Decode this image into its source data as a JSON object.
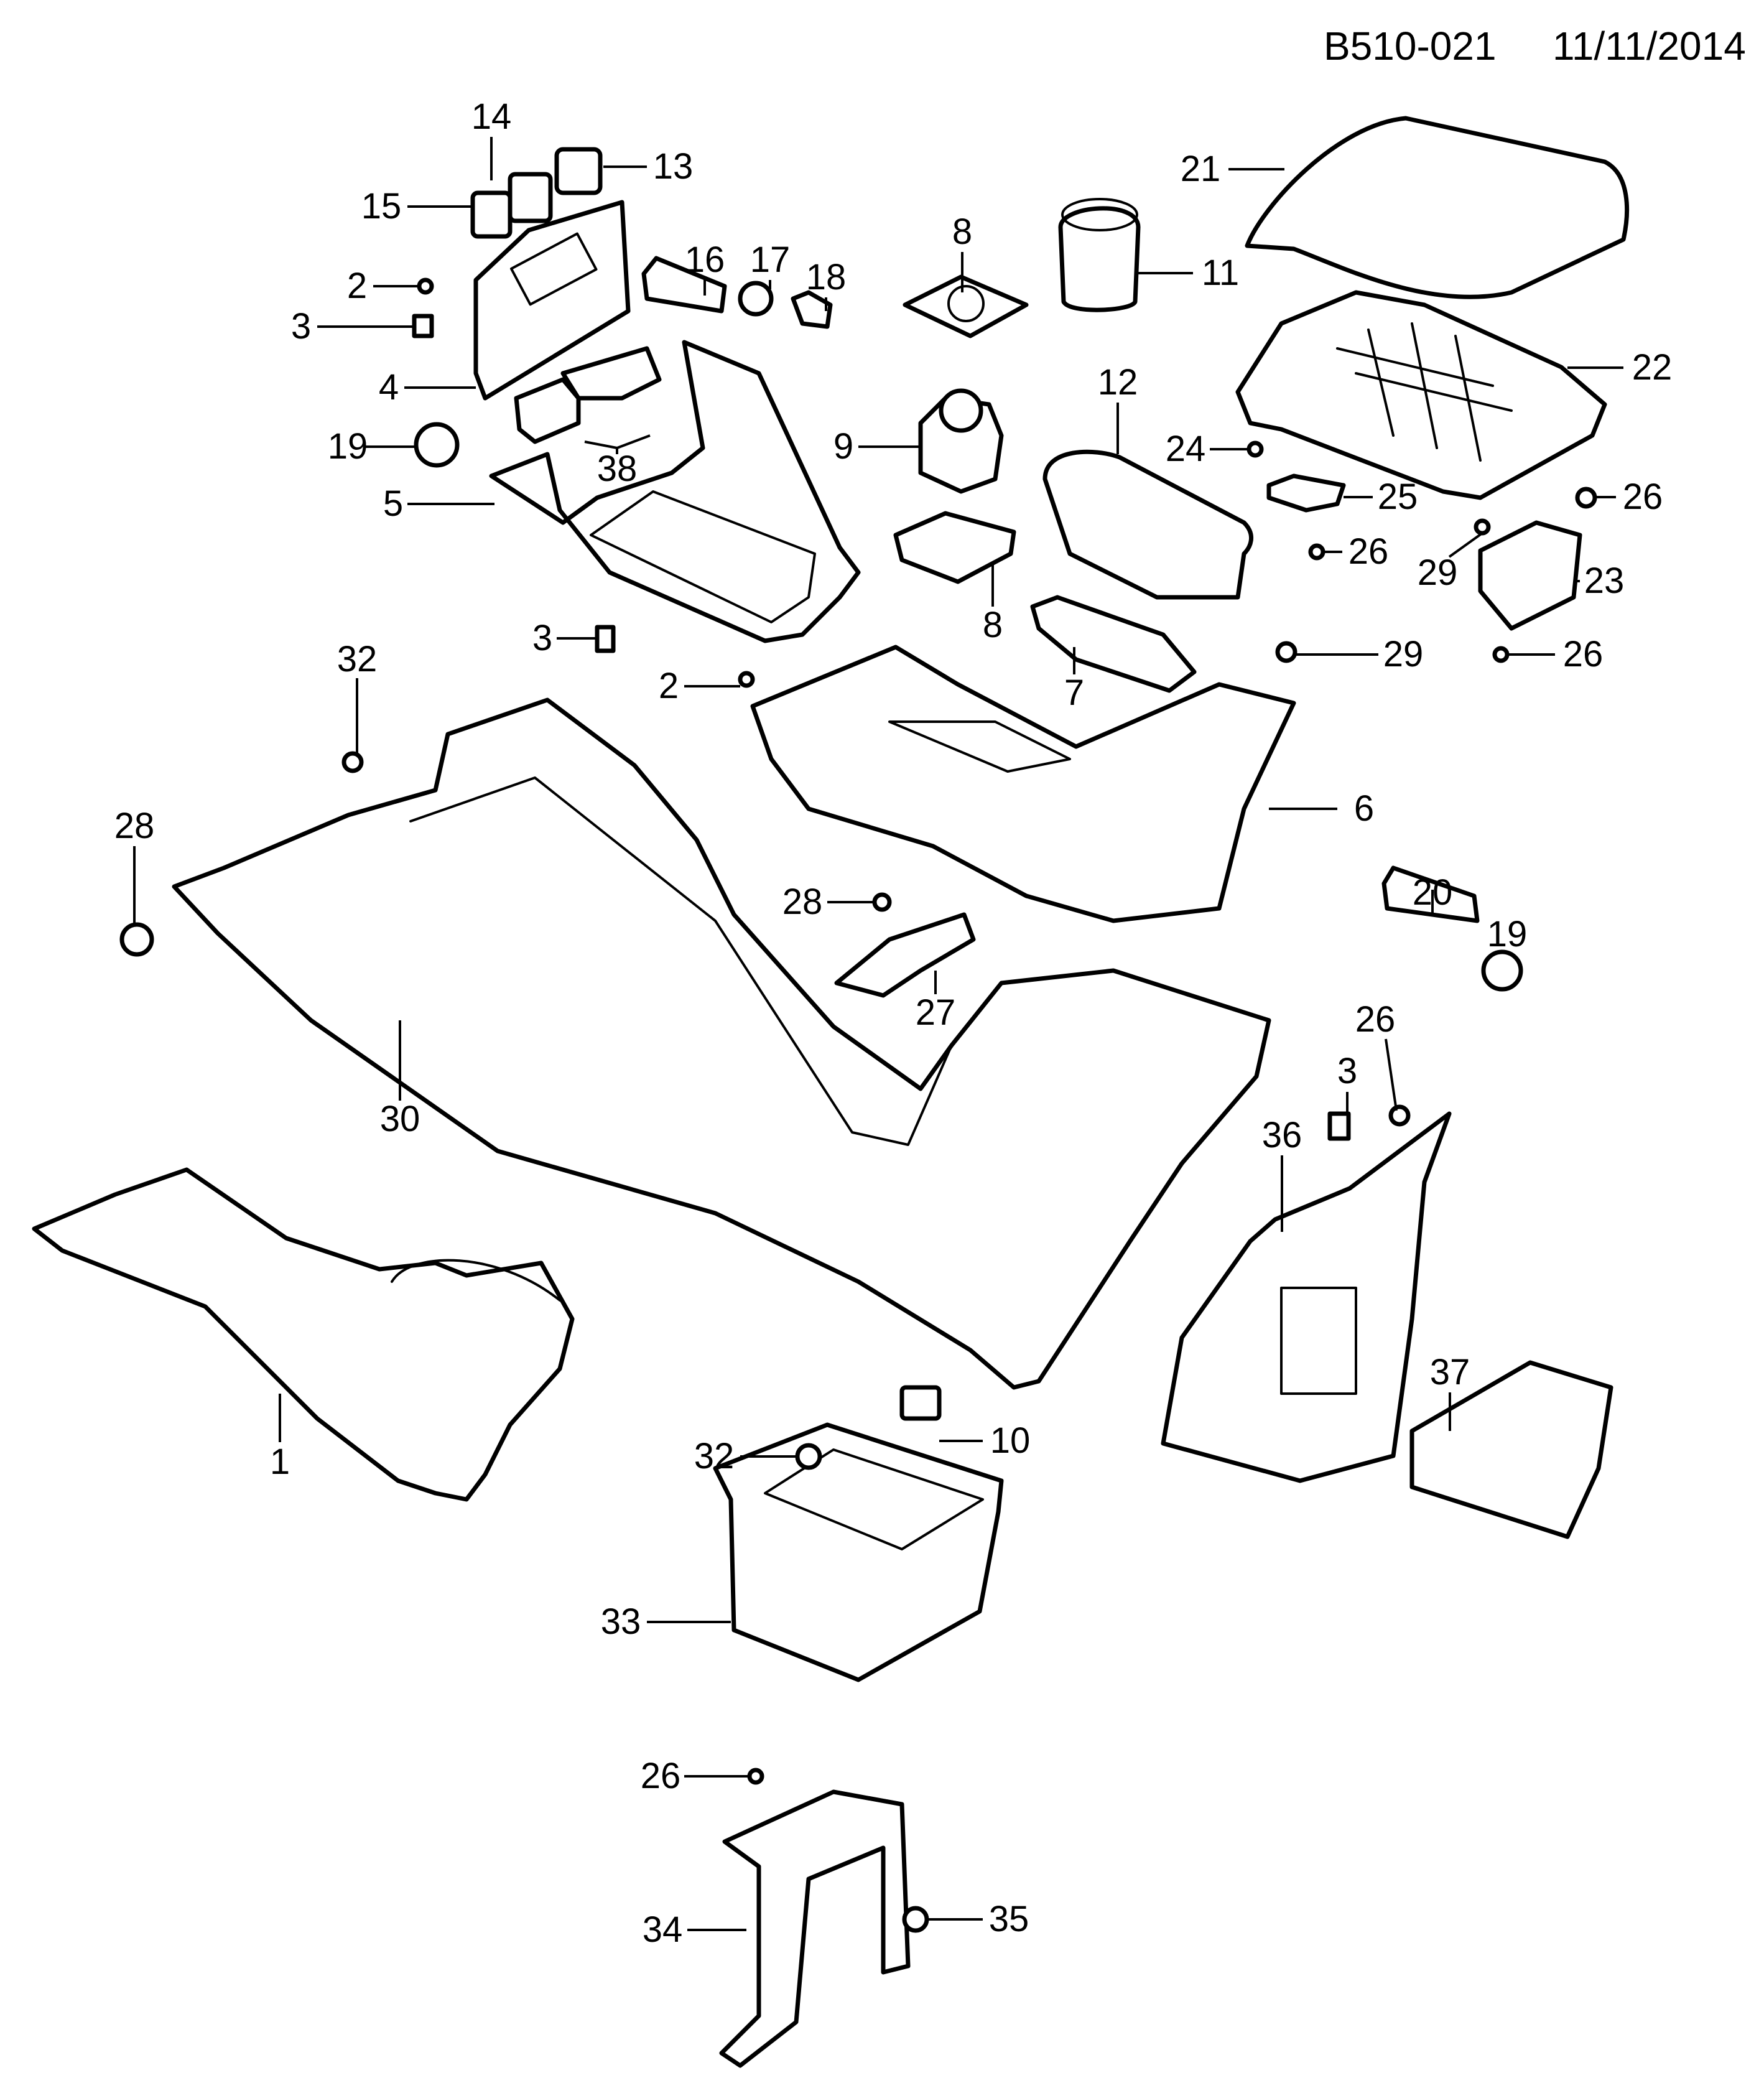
{
  "header": {
    "diagram_code": "B510-021",
    "date": "11/11/2014"
  },
  "callouts": [
    {
      "id": "c14",
      "label": "14",
      "part": "switch-14"
    },
    {
      "id": "c13",
      "label": "13",
      "part": "switch-13"
    },
    {
      "id": "c15",
      "label": "15",
      "part": "switch-15"
    },
    {
      "id": "c16",
      "label": "16",
      "part": "socket-16"
    },
    {
      "id": "c17",
      "label": "17",
      "part": "bezel-17"
    },
    {
      "id": "c18",
      "label": "18",
      "part": "lighter-18"
    },
    {
      "id": "c8a",
      "label": "8",
      "part": "plate-8"
    },
    {
      "id": "c11",
      "label": "11",
      "part": "ashtray-11"
    },
    {
      "id": "c21",
      "label": "21",
      "part": "armrest-pad-21"
    },
    {
      "id": "c22",
      "label": "22",
      "part": "armrest-frame-22"
    },
    {
      "id": "c2a",
      "label": "2",
      "part": "screw-2"
    },
    {
      "id": "c3a",
      "label": "3",
      "part": "clip-3"
    },
    {
      "id": "c4",
      "label": "4",
      "part": "panel-4"
    },
    {
      "id": "c12",
      "label": "12",
      "part": "cupholder-12"
    },
    {
      "id": "c24",
      "label": "24",
      "part": "pin-24"
    },
    {
      "id": "c9",
      "label": "9",
      "part": "knob-9"
    },
    {
      "id": "c19a",
      "label": "19",
      "part": "cap-19"
    },
    {
      "id": "c38",
      "label": "38",
      "part": "switches-38"
    },
    {
      "id": "c5",
      "label": "5",
      "part": "bezel-5"
    },
    {
      "id": "c25",
      "label": "25",
      "part": "latch-25"
    },
    {
      "id": "c26a",
      "label": "26",
      "part": "screw-26"
    },
    {
      "id": "c26b",
      "label": "26",
      "part": "screw-26"
    },
    {
      "id": "c29a",
      "label": "29",
      "part": "pin-29"
    },
    {
      "id": "c23",
      "label": "23",
      "part": "hinge-23"
    },
    {
      "id": "c8b",
      "label": "8",
      "part": "tray-8"
    },
    {
      "id": "c3b",
      "label": "3",
      "part": "clip-3"
    },
    {
      "id": "c26c",
      "label": "26",
      "part": "screw-26"
    },
    {
      "id": "c29b",
      "label": "29",
      "part": "screw-29"
    },
    {
      "id": "c32a",
      "label": "32",
      "part": "screw-32"
    },
    {
      "id": "c2b",
      "label": "2",
      "part": "screw-2"
    },
    {
      "id": "c7",
      "label": "7",
      "part": "trim-7"
    },
    {
      "id": "c6",
      "label": "6",
      "part": "console-upper-6"
    },
    {
      "id": "c28a",
      "label": "28",
      "part": "screw-28"
    },
    {
      "id": "c28b",
      "label": "28",
      "part": "screw-28"
    },
    {
      "id": "c20",
      "label": "20",
      "part": "socket-20"
    },
    {
      "id": "c19b",
      "label": "19",
      "part": "cap-19"
    },
    {
      "id": "c27",
      "label": "27",
      "part": "bracket-27"
    },
    {
      "id": "c26d",
      "label": "26",
      "part": "screw-26"
    },
    {
      "id": "c30",
      "label": "30",
      "part": "console-base-30"
    },
    {
      "id": "c3c",
      "label": "3",
      "part": "clip-3"
    },
    {
      "id": "c36",
      "label": "36",
      "part": "rear-panel-36"
    },
    {
      "id": "c37",
      "label": "37",
      "part": "rear-cover-37"
    },
    {
      "id": "c10",
      "label": "10",
      "part": "switch-10"
    },
    {
      "id": "c1",
      "label": "1",
      "part": "console-assembly-1"
    },
    {
      "id": "c32b",
      "label": "32",
      "part": "screw-32"
    },
    {
      "id": "c33",
      "label": "33",
      "part": "storage-box-33"
    },
    {
      "id": "c26e",
      "label": "26",
      "part": "screw-26"
    },
    {
      "id": "c35",
      "label": "35",
      "part": "screw-35"
    },
    {
      "id": "c34",
      "label": "34",
      "part": "bracket-34"
    }
  ]
}
